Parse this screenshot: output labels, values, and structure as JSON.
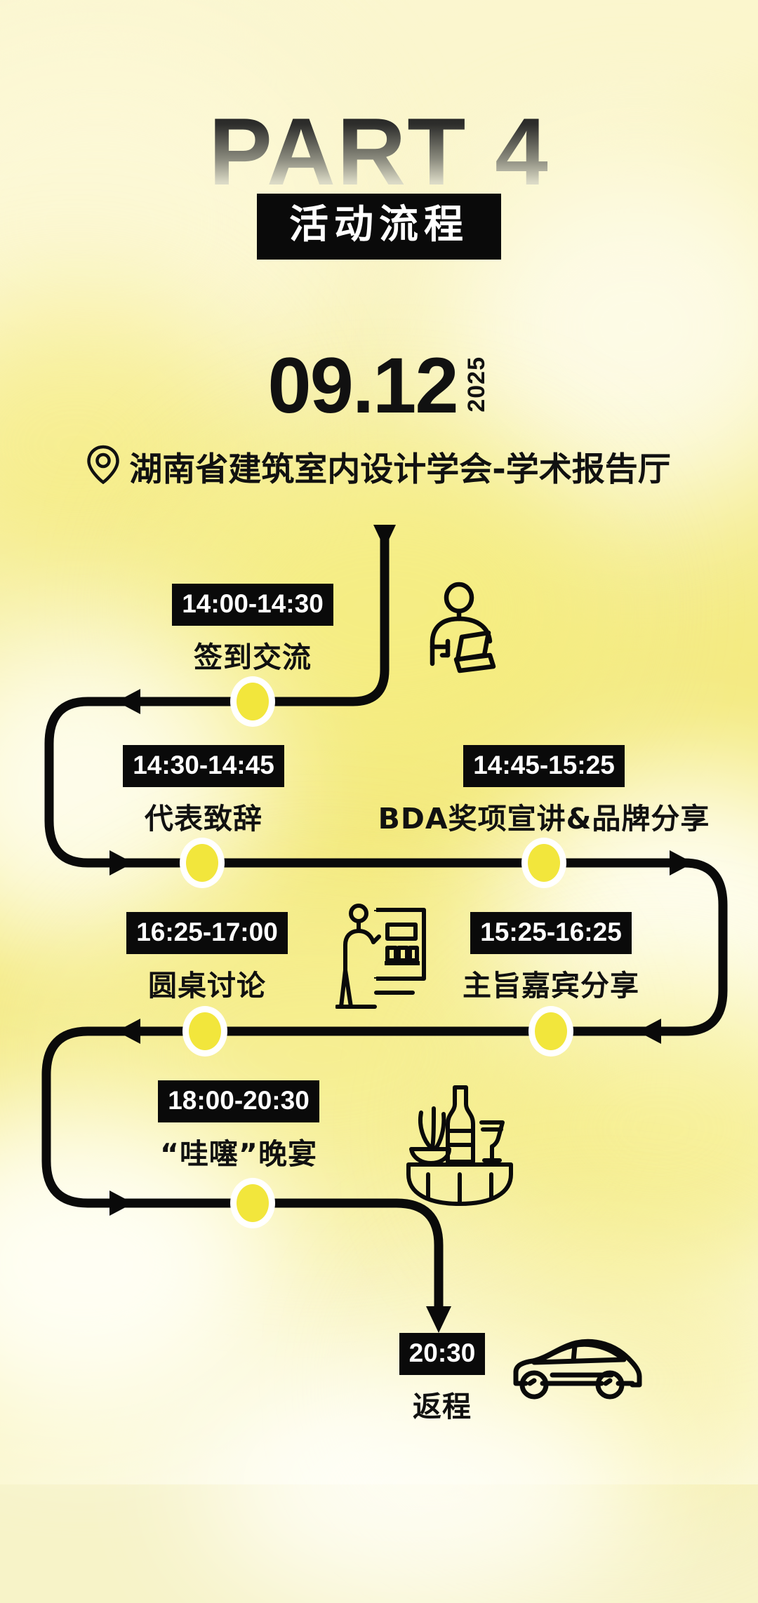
{
  "header": {
    "part_label": "PART 4",
    "section_title": "活动流程"
  },
  "event": {
    "date": "09.12",
    "year": "2025",
    "venue": "湖南省建筑室内设计学会-学术报告厅",
    "venue_icon": "location-pin-icon"
  },
  "colors": {
    "accent_yellow": "#f4e642",
    "dot_yellow": "#f2e63c",
    "line_black": "#0a0a0a",
    "chip_black": "#0a0a0a",
    "chip_text": "#ffffff",
    "title_text": "#111111",
    "bg_light": "#fdfbe8",
    "bg_yellow": "#f4ea7e"
  },
  "timeline": {
    "items": [
      {
        "id": "signin",
        "time": "14:00-14:30",
        "title": "签到交流",
        "icon": "person-laptop-icon"
      },
      {
        "id": "speech",
        "time": "14:30-14:45",
        "title": "代表致辞",
        "icon": ""
      },
      {
        "id": "bda",
        "time": "14:45-15:25",
        "title": "BDA奖项宣讲&品牌分享",
        "icon": ""
      },
      {
        "id": "roundtable",
        "time": "16:25-17:00",
        "title": "圆桌讨论",
        "icon": "presenter-board-icon"
      },
      {
        "id": "keynote",
        "time": "15:25-16:25",
        "title": "主旨嘉宾分享",
        "icon": ""
      },
      {
        "id": "dinner",
        "time": "18:00-20:30",
        "title": "“哇噻”晚宴",
        "icon": "dinner-table-icon"
      },
      {
        "id": "return",
        "time": "20:30",
        "title": "返程",
        "icon": "car-icon"
      }
    ]
  }
}
